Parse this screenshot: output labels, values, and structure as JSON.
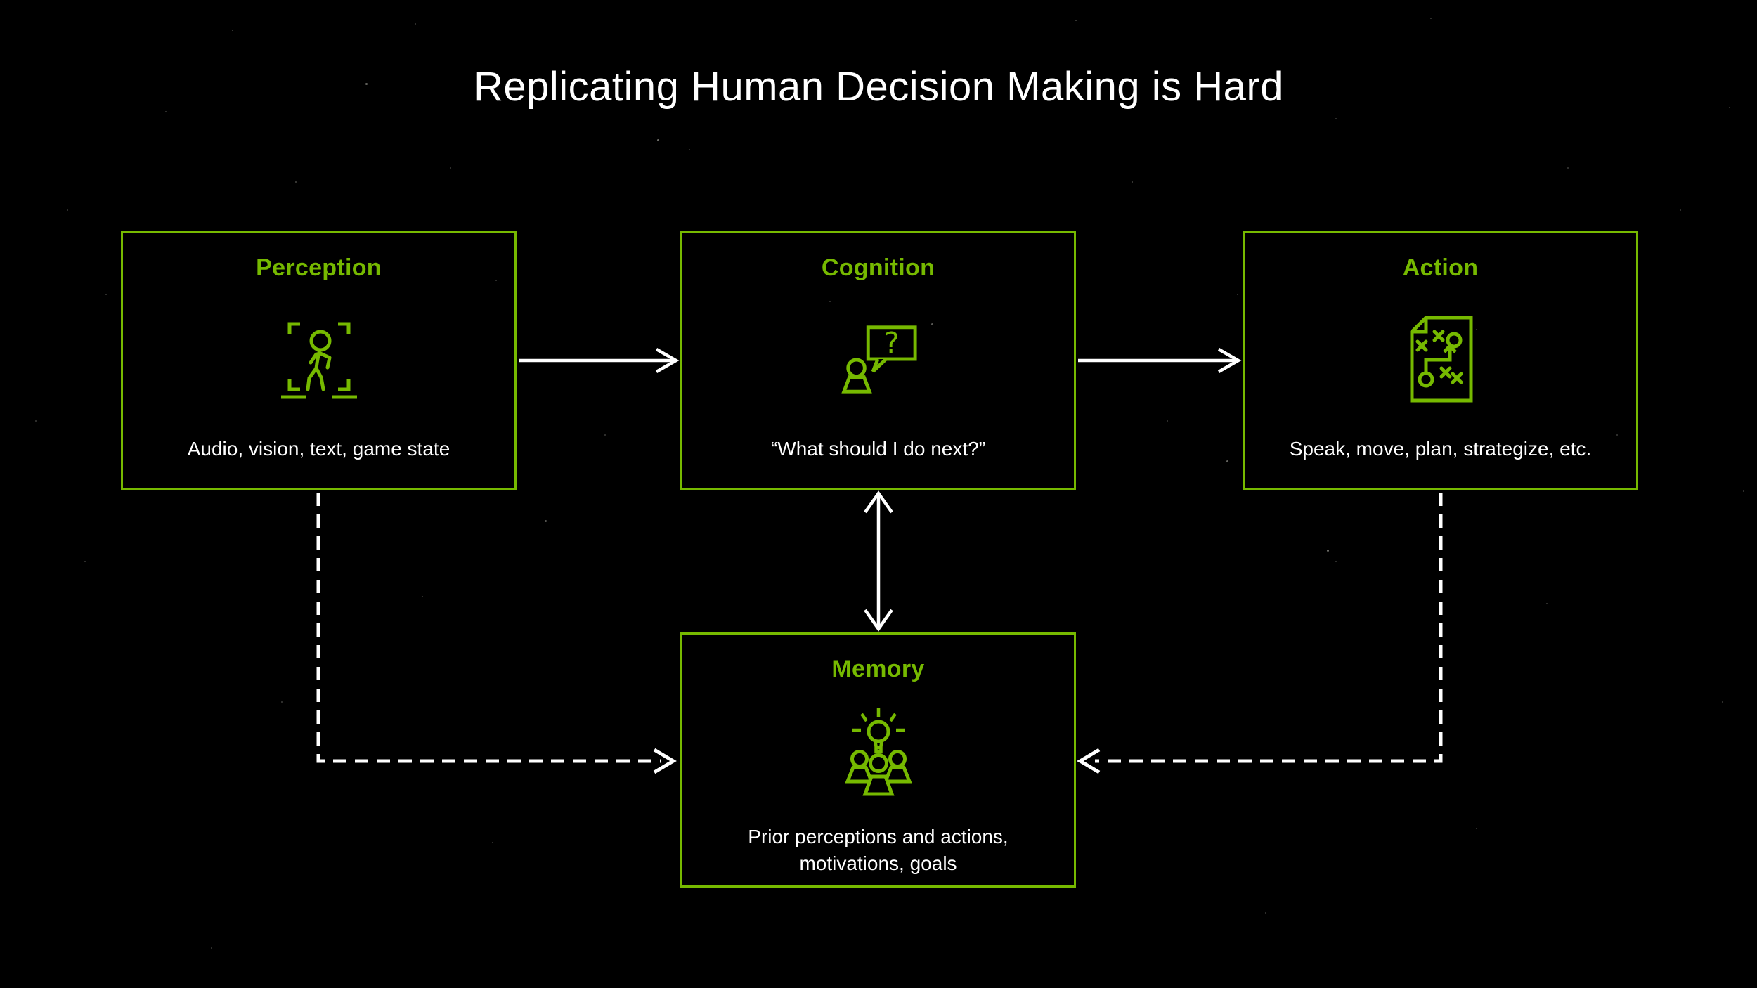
{
  "title": "Replicating Human Decision Making is Hard",
  "colors": {
    "accent_green": "#76b900",
    "background": "#000000",
    "text": "#ffffff"
  },
  "nodes": {
    "perception": {
      "title": "Perception",
      "description": "Audio, vision, text, game state",
      "icon": "person-detection-icon"
    },
    "cognition": {
      "title": "Cognition",
      "description": "“What should I do next?”",
      "icon": "question-speech-bubble-icon"
    },
    "action": {
      "title": "Action",
      "description": "Speak, move, plan, strategize, etc.",
      "icon": "strategy-playbook-icon"
    },
    "memory": {
      "title": "Memory",
      "description": "Prior perceptions and actions, motivations, goals",
      "icon": "team-lightbulb-icon"
    }
  },
  "connections": [
    {
      "from": "Perception",
      "to": "Cognition",
      "style": "solid-arrow"
    },
    {
      "from": "Cognition",
      "to": "Action",
      "style": "solid-arrow"
    },
    {
      "from": "Cognition",
      "to": "Memory",
      "style": "solid-double-arrow"
    },
    {
      "from": "Perception",
      "to": "Memory",
      "style": "dashed-arrow"
    },
    {
      "from": "Action",
      "to": "Memory",
      "style": "dashed-arrow"
    }
  ]
}
